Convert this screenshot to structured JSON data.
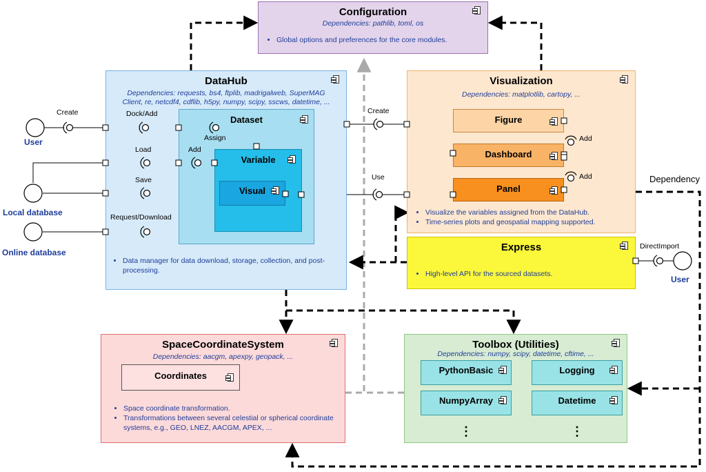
{
  "colors": {
    "config_fill": "#e3d4eb",
    "config_border": "#9b6fb0",
    "datahub_fill": "#d6eafa",
    "datahub_border": "#79b1e0",
    "dataset_fill": "#a8def1",
    "variable_fill": "#25bde9",
    "visual_fill": "#1aa6e0",
    "viz_fill": "#fde7cf",
    "viz_border": "#f2b36c",
    "figure_fill": "#fcd4a6",
    "dashboard_fill": "#f9b367",
    "panel_fill": "#f7901e",
    "express_fill": "#fbf73a",
    "express_border": "#c9c300",
    "scs_fill": "#fcdada",
    "scs_border": "#e06b6b",
    "coord_fill": "#fde0e0",
    "toolbox_fill": "#d7ecd2",
    "toolbox_border": "#8fc884",
    "tool_fill": "#99e3e6"
  },
  "configuration": {
    "title": "Configuration",
    "deps": "Dependencies: pathlib, toml, os",
    "bullets": [
      "Global options and preferences for the core modules."
    ]
  },
  "datahub": {
    "title": "DataHub",
    "deps_line1": "Dependencies: requests, bs4, ftplib, madrigalweb, SuperMAG",
    "deps_line2": "Client, re, netcdf4, cdflib,  h5py, numpy, scipy, sscws, datetime, ...",
    "bullets": [
      "Data manager for data download, storage, collection, and post-processing."
    ],
    "dataset": "Dataset",
    "variable": "Variable",
    "visual": "Visual"
  },
  "visualization": {
    "title": "Visualization",
    "deps": "Dependencies: matplotlib, cartopy, ...",
    "figure": "Figure",
    "dashboard": "Dashboard",
    "panel": "Panel",
    "bullets": [
      "Visualize the variables assigned from the DataHub.",
      "Time-series plots and geospatial mapping supported."
    ]
  },
  "express": {
    "title": "Express",
    "bullets": [
      "High-level API for the sourced datasets."
    ]
  },
  "scs": {
    "title": "SpaceCoordinateSystem",
    "deps": "Dependencies: aacgm, apexpy, geopack, ...",
    "coordinates": "Coordinates",
    "bullets": [
      "Space coordinate transformation.",
      "Transformations between several celestial or spherical coordinate systems, e.g., GEO, LNEZ, AACGM, APEX, ..."
    ]
  },
  "toolbox": {
    "title": "Toolbox (Utilities)",
    "deps": "Dependencies: numpy, scipy, datetime, cftime, ...",
    "items": [
      "PythonBasic",
      "Logging",
      "NumpyArray",
      "Datetime"
    ],
    "ellipsis": "⋮"
  },
  "actors": {
    "user_left": "User",
    "local_db": "Local database",
    "online_db": "Online database",
    "user_right": "User"
  },
  "labels": {
    "create1": "Create",
    "dock_add": "Dock/Add",
    "assign": "Assign",
    "load": "Load",
    "add1": "Add",
    "save": "Save",
    "request_download": "Request/Download",
    "create2": "Create",
    "use": "Use",
    "add2": "Add",
    "add3": "Add",
    "dependency": "Dependency",
    "direct_import": "DirectImport"
  }
}
